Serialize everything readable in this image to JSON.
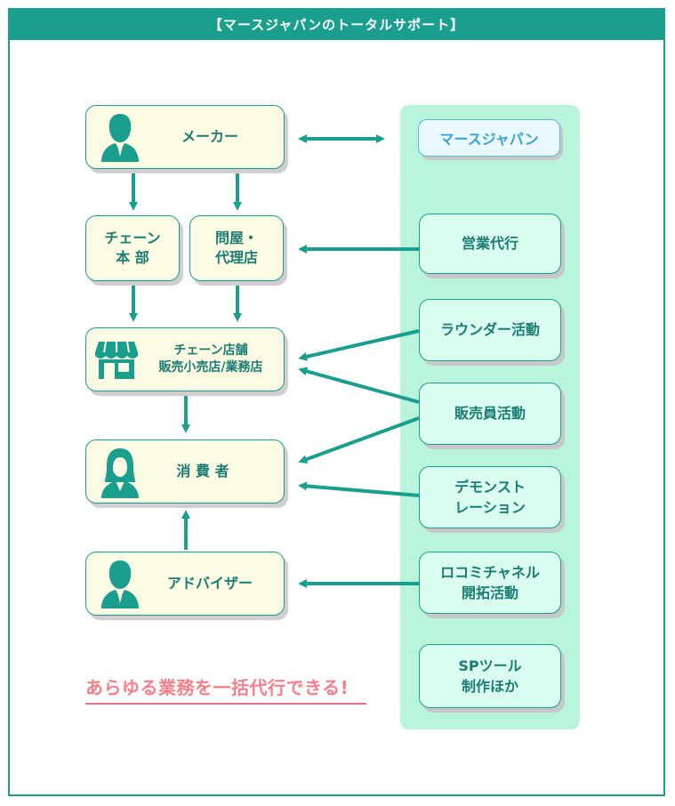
{
  "header": {
    "title": "【マースジャパンのトータルサポート】"
  },
  "left": {
    "maker": "メーカー",
    "chain_hq": "チェーン\n本 部",
    "wholesaler": "問屋・\n代理店",
    "store": "チェーン店舗\n販売小売店/業務店",
    "consumer": "消 費 者",
    "adviser": "アドバイザー"
  },
  "right": {
    "mars": "マースジャパン",
    "items": [
      "営業代行",
      "ラウンダー活動",
      "販売員活動",
      "デモンスト\nレーション",
      "ロコミチャネル\n開拓活動",
      "SPツール\n制作ほか"
    ]
  },
  "tagline": "あらゆる業務を一括代行できる!",
  "colors": {
    "teal": "#1a9e8e",
    "panel": "#b8f5da",
    "left_box": "#fcfbe3",
    "right_box": "#dafdf0",
    "tagline": "#f4808a",
    "mars_text": "#3aa2d2"
  }
}
